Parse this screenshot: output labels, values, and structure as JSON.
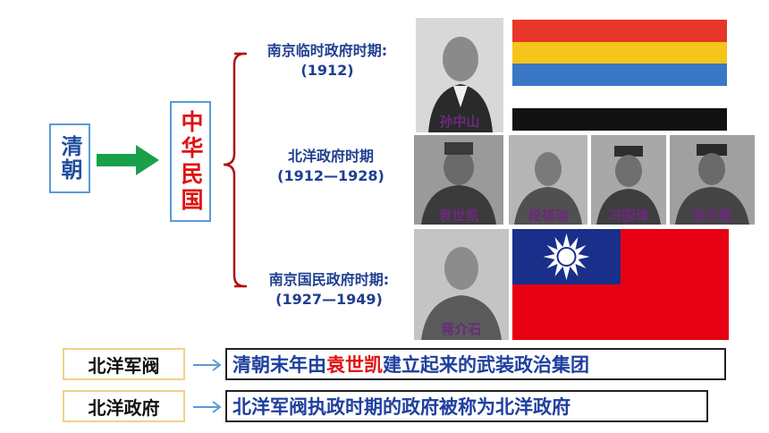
{
  "left_box": {
    "text": "清朝"
  },
  "center_box": {
    "text": "中华民国"
  },
  "periods": [
    {
      "name": "南京临时政府时期:",
      "years": "(1912)"
    },
    {
      "name": "北洋政府时期",
      "years": "(1912—1928)"
    },
    {
      "name": "南京国民政府时期:",
      "years": "(1927—1949)"
    }
  ],
  "photos": {
    "sun": "孙中山",
    "yuan": "袁世凯",
    "duan": "段祺瑞",
    "feng": "冯国璋",
    "zhang": "张作霖",
    "chiang": "蒋介石"
  },
  "five_color_flag": {
    "colors": [
      "#e8352a",
      "#f6c51b",
      "#3a78c6",
      "#ffffff",
      "#111111"
    ]
  },
  "roc_flag": {
    "red": "#e60012",
    "blue": "#1a2f8a",
    "sun": "#ffffff"
  },
  "definitions": [
    {
      "term": "北洋军阀",
      "pre": "清朝末年由",
      "highlight": "袁世凯",
      "post": "建立起来的武装政治集团"
    },
    {
      "term": "北洋政府",
      "pre": "北洋军阀执政时期的政府被称为北洋政府",
      "highlight": "",
      "post": ""
    }
  ]
}
